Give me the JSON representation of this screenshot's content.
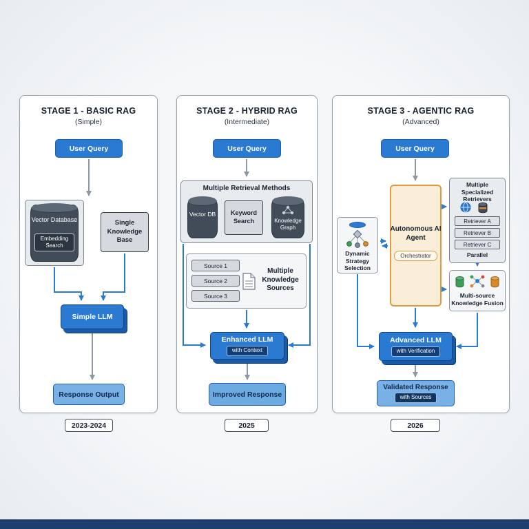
{
  "stage1": {
    "title": "STAGE 1 - BASIC RAG",
    "subtitle": "(Simple)",
    "user_query": "User Query",
    "vector_database": "Vector Database",
    "embedding_search": "Embedding Search",
    "single_knowledge_base": "Single Knowledge Base",
    "llm": "Simple LLM",
    "response": "Response Output",
    "year": "2023-2024"
  },
  "stage2": {
    "title": "STAGE 2 - HYBRID RAG",
    "subtitle": "(Intermediate)",
    "user_query": "User Query",
    "retrieval_methods_title": "Multiple Retrieval Methods",
    "vector_db": "Vector DB",
    "keyword_search": "Keyword Search",
    "knowledge_graph": "Knowledge Graph",
    "sources": [
      "Source 1",
      "Source 2",
      "Source 3"
    ],
    "knowledge_sources_label": "Multiple Knowledge Sources",
    "llm": "Enhanced LLM",
    "llm_badge": "with Context",
    "response": "Improved Response",
    "year": "2025"
  },
  "stage3": {
    "title": "STAGE 3 - AGENTIC RAG",
    "subtitle": "(Advanced)",
    "user_query": "User Query",
    "agent": "Autonomous AI Agent",
    "agent_badge": "Orchestrator",
    "retrievers_title": "Multiple Specialized Retrievers",
    "retriever_a": "Retriever A",
    "retriever_b": "Retriever B",
    "retriever_c": "Retriever C",
    "parallel_label": "Parallel",
    "strategy_label": "Dynamic Strategy Selection",
    "fusion_label": "Multi-source Knowledge Fusion",
    "llm": "Advanced LLM",
    "llm_badge": "with Verification",
    "response": "Validated Response",
    "response_badge": "with Sources",
    "year": "2026"
  },
  "colors": {
    "accent_blue": "#2b7ad2",
    "light_blue": "#79b0e5",
    "agent_orange": "#df9b43",
    "cylinder_dark": "#414c58",
    "footer_navy": "#1d3e6f"
  }
}
